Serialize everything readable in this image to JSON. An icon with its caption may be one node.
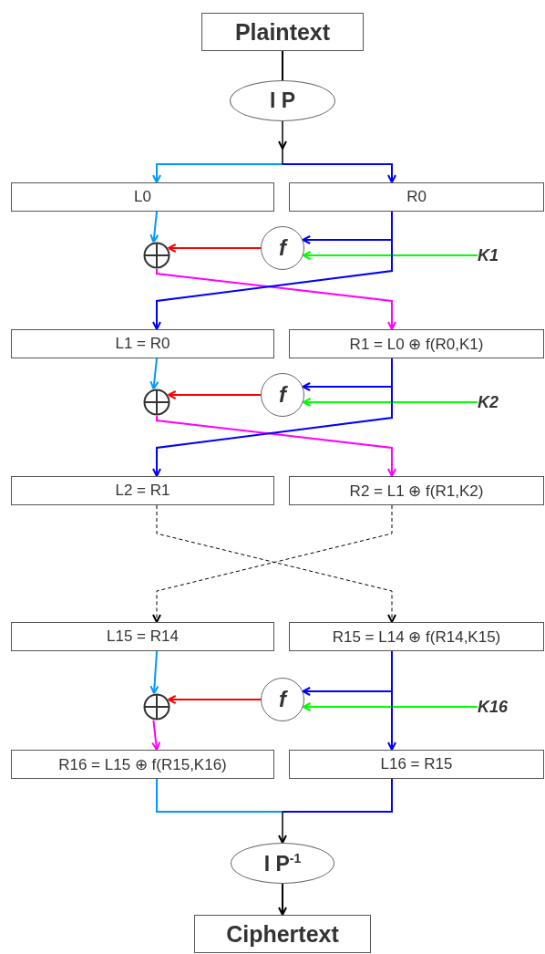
{
  "diagram": {
    "nodes": [
      {
        "text": [
          "Plaintext"
        ]
      },
      {
        "text": [
          "I P"
        ]
      },
      {
        "text": [
          "L0"
        ]
      },
      {
        "text": [
          "R0"
        ]
      },
      {
        "text": [],
        "shape": "circle"
      },
      {
        "text": [
          "f"
        ]
      },
      {
        "text": [
          "K1"
        ]
      },
      {
        "text": [
          "L1 = R0"
        ]
      },
      {
        "text": [
          "R1 = L0 ⊕ f(R0,K1)"
        ]
      },
      {
        "text": [],
        "shape": "circle"
      },
      {
        "text": [
          "f"
        ]
      },
      {
        "text": [
          "K2"
        ]
      },
      {
        "text": [
          "L2 = R1"
        ]
      },
      {
        "text": [
          "R2 = L1 ⊕ f(R1,K2)"
        ]
      },
      {
        "text": [
          "L15 = R14"
        ]
      },
      {
        "text": [
          "R15 = L14 ⊕ f(R14,K15)"
        ]
      },
      {
        "text": [],
        "shape": "circle"
      },
      {
        "text": [
          "f"
        ]
      },
      {
        "text": [
          "K16"
        ]
      },
      {
        "text": [
          "R16 = L15 ⊕ f(R15,K16)"
        ]
      },
      {
        "text": [
          "L16 = R15"
        ]
      },
      {
        "text": [
          "I P$^{-1}$"
        ]
      },
      {
        "text": [
          "Ciphertext"
        ]
      }
    ],
    "edges": [
      {
        "from": 0,
        "to": 1,
        "arrow": "none",
        "color": "#000000"
      },
      {
        "from": 1,
        "to": 2,
        "arrow": "to",
        "color": "#0099ff"
      },
      {
        "from": 1,
        "to": 3,
        "arrow": "to",
        "color": "#0000ff"
      },
      {
        "from": 2,
        "to": 4,
        "arrow": "to",
        "color": "#0099ff"
      },
      {
        "from": 3,
        "to": 5,
        "arrow": "to",
        "color": "#0000ff"
      },
      {
        "from": 6,
        "to": 5,
        "arrow": "to",
        "color": "#00ff00"
      },
      {
        "from": 5,
        "to": 4,
        "arrow": "to",
        "color": "#ff0000"
      },
      {
        "from": 4,
        "to": 8,
        "arrow": "to",
        "color": "#ff00ff"
      },
      {
        "from": 3,
        "to": 7,
        "arrow": "to",
        "color": "#0000ff"
      },
      {
        "from": 7,
        "to": 9,
        "arrow": "to",
        "color": "#0099ff"
      },
      {
        "from": 8,
        "to": 10,
        "arrow": "to",
        "color": "#0000ff"
      },
      {
        "from": 11,
        "to": 10,
        "arrow": "to",
        "color": "#00ff00"
      },
      {
        "from": 10,
        "to": 9,
        "arrow": "to",
        "color": "#ff0000"
      },
      {
        "from": 9,
        "to": 13,
        "arrow": "to",
        "color": "#ff00ff"
      },
      {
        "from": 8,
        "to": 12,
        "arrow": "to",
        "color": "#0000ff"
      },
      {
        "from": 12,
        "to": 15,
        "arrow": "to",
        "style": "dashed",
        "color": "#000000"
      },
      {
        "from": 13,
        "to": 14,
        "arrow": "to",
        "style": "dashed",
        "color": "#000000"
      },
      {
        "from": 14,
        "to": 16,
        "arrow": "to",
        "color": "#0099ff"
      },
      {
        "from": 15,
        "to": 17,
        "arrow": "to",
        "color": "#0000ff"
      },
      {
        "from": 18,
        "to": 17,
        "arrow": "to",
        "color": "#00ff00"
      },
      {
        "from": 17,
        "to": 16,
        "arrow": "to",
        "color": "#ff0000"
      },
      {
        "from": 16,
        "to": 19,
        "arrow": "to",
        "color": "#ff00ff"
      },
      {
        "from": 15,
        "to": 20,
        "arrow": "to",
        "color": "#0000ff"
      },
      {
        "from": 19,
        "to": 21,
        "arrow": "to",
        "color": "#0099ff"
      },
      {
        "from": 20,
        "to": 21,
        "arrow": "to",
        "color": "#0000ff"
      },
      {
        "from": 21,
        "to": 22,
        "arrow": "to",
        "color": "#000000"
      }
    ]
  }
}
